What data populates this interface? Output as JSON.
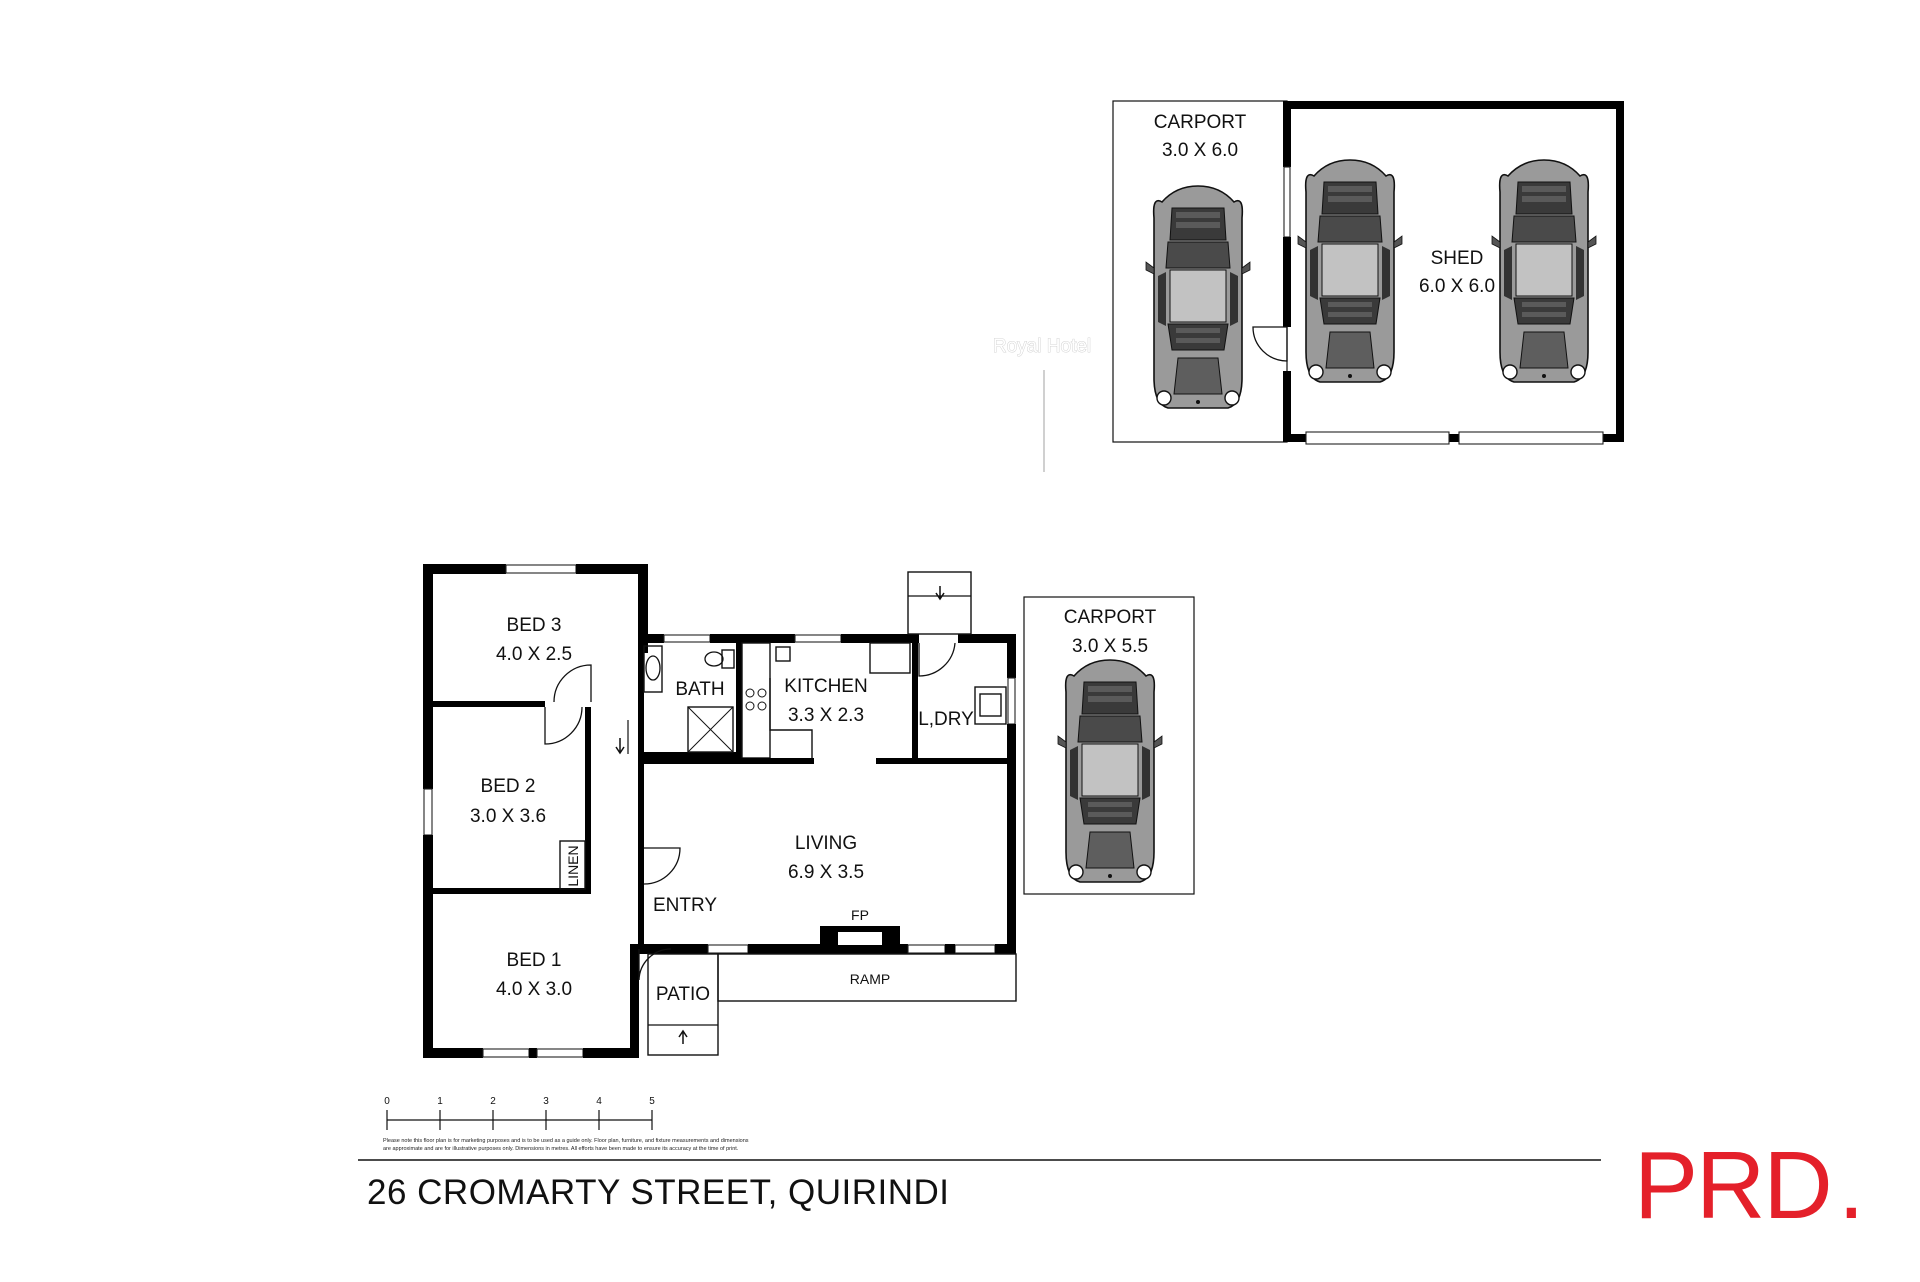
{
  "plan": {
    "garage": {
      "carport": {
        "name": "CARPORT",
        "size": "3.0 X 6.0"
      },
      "shed": {
        "name": "SHED",
        "size": "6.0 X 6.0"
      }
    },
    "house": {
      "bed3": {
        "name": "BED 3",
        "size": "4.0 X 2.5"
      },
      "bath": {
        "name": "BATH"
      },
      "kitchen": {
        "name": "KITCHEN",
        "size": "3.3 X 2.3"
      },
      "laundry": {
        "name": "L,DRY"
      },
      "bed2": {
        "name": "BED 2",
        "size": "3.0 X 3.6"
      },
      "linen": {
        "name": "LINEN"
      },
      "living": {
        "name": "LIVING",
        "size": "6.9 X 3.5"
      },
      "entry": {
        "name": "ENTRY"
      },
      "fireplace": {
        "name": "FP"
      },
      "bed1": {
        "name": "BED 1",
        "size": "4.0 X 3.0"
      },
      "patio": {
        "name": "PATIO"
      },
      "ramp": {
        "name": "RAMP"
      }
    },
    "side_carport": {
      "name": "CARPORT",
      "size": "3.0 X 5.5"
    },
    "watermark": "Royal Hotel"
  },
  "scale": {
    "ticks": [
      "0",
      "1",
      "2",
      "3",
      "4",
      "5"
    ],
    "disclaimer": [
      "Please note this floor plan is for marketing purposes and is to be used as a guide only. Floor plan, furniture, and fixture measurements and dimensions",
      "are approximate and are for illustrative purposes only. Dimensions in metres. All efforts have been made to ensure its accuracy at the time of print."
    ]
  },
  "address": "26 CROMARTY STREET, QUIRINDI",
  "brand": {
    "name": "PRD",
    "dot": ".",
    "color": "#e4202a"
  },
  "icons": [
    "car-icon",
    "toilet-icon",
    "basin-icon",
    "shower-icon",
    "cooktop-icon",
    "laundry-tub-icon",
    "entry-arrow-icon"
  ]
}
